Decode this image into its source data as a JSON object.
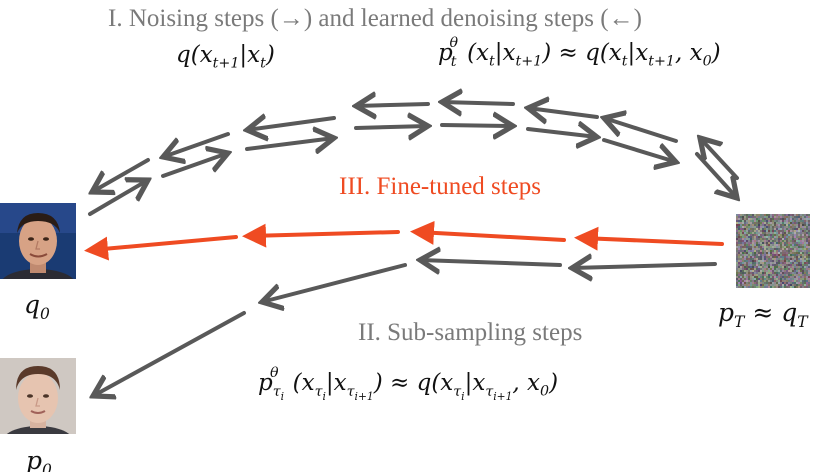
{
  "titles": {
    "noising": "I. Noising steps (→) and learned denoising steps (←)",
    "finetuned": "III. Fine-tuned steps",
    "subsampling": "II. Sub-sampling steps"
  },
  "equations": {
    "forward": "q(x_{t+1}|x_t)",
    "learned": "p_t^θ(x_t|x_{t+1}) ≈ q(x_t|x_{t+1}, x_0)",
    "subsampled": "p_{τ_i}^θ(x_{τ_i}|x_{τ_{i+1}}) ≈ q(x_{τ_i}|x_{τ_{i+1}}, x_0)"
  },
  "node_labels": {
    "q0": "q_0",
    "p0": "p_0",
    "pT": "p_T ≈ q_T"
  },
  "images": {
    "top_face": "generated face sample (q_0)",
    "bottom_face": "sub-sampled face sample (p_0)",
    "noise": "Gaussian noise sample"
  },
  "colors": {
    "gray_arrow": "#595959",
    "orange_arrow": "#ef4b22",
    "title_gray": "#7a7a7a",
    "text": "#111111",
    "face_bg": "#1a3b73"
  }
}
